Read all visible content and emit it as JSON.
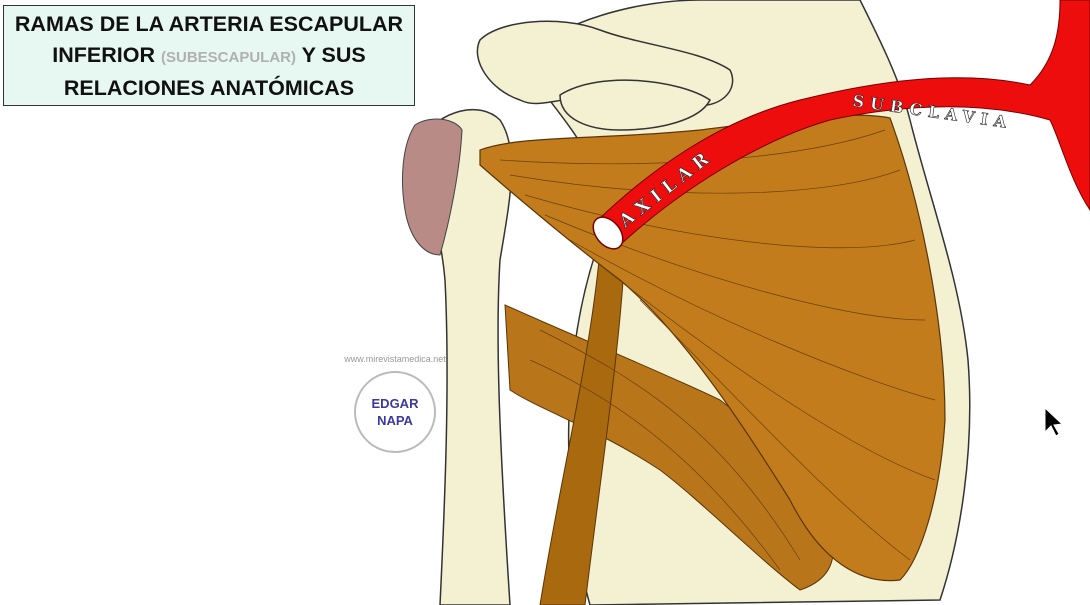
{
  "title": {
    "line1": "RAMAS DE LA ARTERIA ESCAPULAR",
    "line2_start": "INFERIOR",
    "line2_sub": "(SUBESCAPULAR)",
    "line2_end": "Y SUS",
    "line3": "RELACIONES ANATÓMICAS"
  },
  "labels": {
    "subclavia": "SUBCLAVIA",
    "axilar": "AXILAR"
  },
  "watermark": {
    "url": "www.mirevistamedica.net",
    "name1": "EDGAR",
    "name2": "NAPA"
  },
  "colors": {
    "bone": "#f4f0d2",
    "muscle": "#c27c1c",
    "artery": "#ee0d0d",
    "title_bg": "#e6f8f1"
  }
}
